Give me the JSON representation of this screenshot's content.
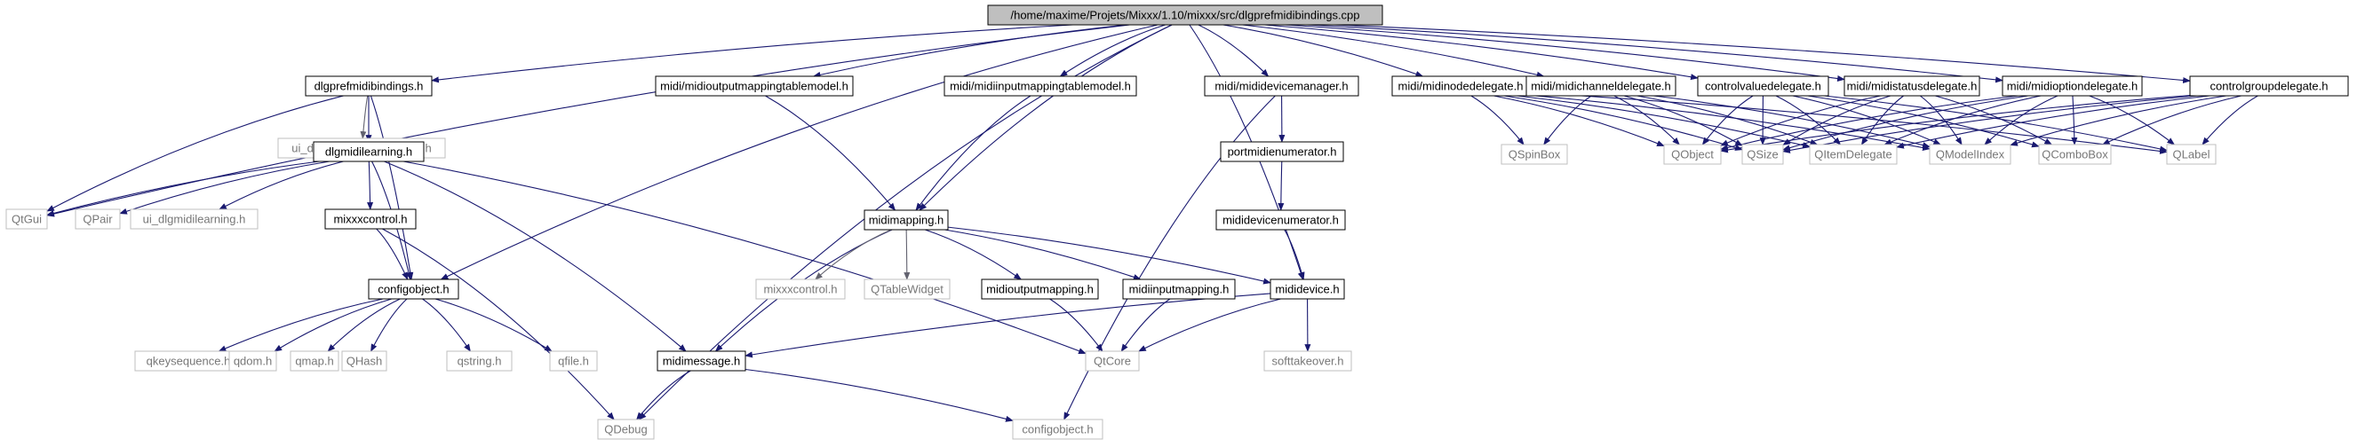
{
  "colors": {
    "root_fill": "#bfbfbf",
    "node_fill": "#ffffff",
    "node_stroke": "#000000",
    "external_stroke": "#bfbfbf",
    "external_text": "#777777",
    "text": "#000000",
    "edge": "#191970",
    "edge_gray": "#62626f"
  },
  "nodes": [
    {
      "id": "root",
      "label": "/home/maxime/Projets/Mixxx/1.10/mixxx/src/dlgprefmidibindings.cpp",
      "kind": "root"
    },
    {
      "id": "dlgprefmidibindings_h",
      "label": "dlgprefmidibindings.h",
      "kind": "doc"
    },
    {
      "id": "ui_dlgprefmidibindingsdlg_h",
      "label": "ui_dlgprefmidibindingsdlg.h",
      "kind": "ext"
    },
    {
      "id": "dlgmidilearning_h",
      "label": "dlgmidilearning.h",
      "kind": "doc"
    },
    {
      "id": "QtGui",
      "label": "QtGui",
      "kind": "ext"
    },
    {
      "id": "QPair",
      "label": "QPair",
      "kind": "ext"
    },
    {
      "id": "ui_dlgmidilearning_h",
      "label": "ui_dlgmidilearning.h",
      "kind": "ext"
    },
    {
      "id": "mixxxcontrol_h",
      "label": "mixxxcontrol.h",
      "kind": "doc"
    },
    {
      "id": "configobject_h",
      "label": "configobject.h",
      "kind": "doc"
    },
    {
      "id": "qkeysequence_h",
      "label": "qkeysequence.h",
      "kind": "ext"
    },
    {
      "id": "qdom_h",
      "label": "qdom.h",
      "kind": "ext"
    },
    {
      "id": "qmap_h",
      "label": "qmap.h",
      "kind": "ext"
    },
    {
      "id": "QHash",
      "label": "QHash",
      "kind": "ext"
    },
    {
      "id": "qstring_h",
      "label": "qstring.h",
      "kind": "ext"
    },
    {
      "id": "qfile_h",
      "label": "qfile.h",
      "kind": "ext"
    },
    {
      "id": "QDebug",
      "label": "QDebug",
      "kind": "ext"
    },
    {
      "id": "midioutputmappingtablemodel_h",
      "label": "midi/midioutputmappingtablemodel.h",
      "kind": "doc"
    },
    {
      "id": "midiinputmappingtablemodel_h",
      "label": "midi/midiinputmappingtablemodel.h",
      "kind": "doc"
    },
    {
      "id": "midimapping_h",
      "label": "midimapping.h",
      "kind": "doc"
    },
    {
      "id": "mixxxcontrol_h_2",
      "label": "mixxxcontrol.h",
      "kind": "ext"
    },
    {
      "id": "QTableWidget",
      "label": "QTableWidget",
      "kind": "ext"
    },
    {
      "id": "midioutputmapping_h",
      "label": "midioutputmapping.h",
      "kind": "doc"
    },
    {
      "id": "midiinputmapping_h",
      "label": "midiinputmapping.h",
      "kind": "doc"
    },
    {
      "id": "midimessage_h",
      "label": "midimessage.h",
      "kind": "doc"
    },
    {
      "id": "QtCore",
      "label": "QtCore",
      "kind": "ext"
    },
    {
      "id": "configobject_h_2",
      "label": "configobject.h",
      "kind": "ext"
    },
    {
      "id": "mididevicemanager_h",
      "label": "midi/mididevicemanager.h",
      "kind": "doc"
    },
    {
      "id": "portmidienumerator_h",
      "label": "portmidienumerator.h",
      "kind": "doc"
    },
    {
      "id": "mididevicenumerator_h",
      "label": "mididevicenumerator.h",
      "kind": "doc"
    },
    {
      "id": "mididevice_h",
      "label": "mididevice.h",
      "kind": "doc"
    },
    {
      "id": "softtakeover_h",
      "label": "softtakeover.h",
      "kind": "ext"
    },
    {
      "id": "midinodedelegate_h",
      "label": "midi/midinodedelegate.h",
      "kind": "doc"
    },
    {
      "id": "midichanneldelegate_h",
      "label": "midi/midichanneldelegate.h",
      "kind": "doc"
    },
    {
      "id": "controlvaluedelegate_h",
      "label": "controlvaluedelegate.h",
      "kind": "doc"
    },
    {
      "id": "midistatusdelegate_h",
      "label": "midi/midistatusdelegate.h",
      "kind": "doc"
    },
    {
      "id": "midioptiondelegate_h",
      "label": "midi/midioptiondelegate.h",
      "kind": "doc"
    },
    {
      "id": "controlgroupdelegate_h",
      "label": "controlgroupdelegate.h",
      "kind": "doc"
    },
    {
      "id": "QSpinBox",
      "label": "QSpinBox",
      "kind": "ext"
    },
    {
      "id": "QObject",
      "label": "QObject",
      "kind": "ext"
    },
    {
      "id": "QSize",
      "label": "QSize",
      "kind": "ext"
    },
    {
      "id": "QItemDelegate",
      "label": "QItemDelegate",
      "kind": "ext"
    },
    {
      "id": "QModelIndex",
      "label": "QModelIndex",
      "kind": "ext"
    },
    {
      "id": "QComboBox",
      "label": "QComboBox",
      "kind": "ext"
    },
    {
      "id": "QLabel",
      "label": "QLabel",
      "kind": "ext"
    }
  ],
  "edges": [
    [
      "root",
      "dlgprefmidibindings_h"
    ],
    [
      "root",
      "QtGui"
    ],
    [
      "root",
      "QDebug"
    ],
    [
      "root",
      "configobject_h"
    ],
    [
      "root",
      "midioutputmappingtablemodel_h"
    ],
    [
      "root",
      "midiinputmappingtablemodel_h"
    ],
    [
      "root",
      "midimapping_h"
    ],
    [
      "root",
      "mididevicemanager_h"
    ],
    [
      "root",
      "mididevice_h"
    ],
    [
      "root",
      "midinodedelegate_h"
    ],
    [
      "root",
      "midichanneldelegate_h"
    ],
    [
      "root",
      "controlvaluedelegate_h"
    ],
    [
      "root",
      "midistatusdelegate_h"
    ],
    [
      "root",
      "midioptiondelegate_h"
    ],
    [
      "root",
      "controlgroupdelegate_h"
    ],
    [
      "dlgprefmidibindings_h",
      "ui_dlgprefmidibindingsdlg_h"
    ],
    [
      "dlgprefmidibindings_h",
      "dlgmidilearning_h"
    ],
    [
      "dlgprefmidibindings_h",
      "QtGui"
    ],
    [
      "dlgprefmidibindings_h",
      "configobject_h"
    ],
    [
      "dlgmidilearning_h",
      "QtGui"
    ],
    [
      "dlgmidilearning_h",
      "QPair"
    ],
    [
      "dlgmidilearning_h",
      "ui_dlgmidilearning_h"
    ],
    [
      "dlgmidilearning_h",
      "mixxxcontrol_h"
    ],
    [
      "dlgmidilearning_h",
      "configobject_h"
    ],
    [
      "dlgmidilearning_h",
      "midimessage_h"
    ],
    [
      "dlgmidilearning_h",
      "QtCore"
    ],
    [
      "mixxxcontrol_h",
      "configobject_h"
    ],
    [
      "mixxxcontrol_h",
      "QDebug"
    ],
    [
      "configobject_h",
      "qkeysequence_h"
    ],
    [
      "configobject_h",
      "qdom_h"
    ],
    [
      "configobject_h",
      "qmap_h"
    ],
    [
      "configobject_h",
      "QHash"
    ],
    [
      "configobject_h",
      "qstring_h"
    ],
    [
      "configobject_h",
      "qfile_h"
    ],
    [
      "midioutputmappingtablemodel_h",
      "midimapping_h"
    ],
    [
      "midiinputmappingtablemodel_h",
      "midimapping_h"
    ],
    [
      "midimapping_h",
      "midimessage_h"
    ],
    [
      "midimapping_h",
      "mixxxcontrol_h_2"
    ],
    [
      "midimapping_h",
      "QTableWidget"
    ],
    [
      "midimapping_h",
      "midioutputmapping_h"
    ],
    [
      "midimapping_h",
      "midiinputmapping_h"
    ],
    [
      "midimapping_h",
      "mididevice_h"
    ],
    [
      "midioutputmapping_h",
      "QtCore"
    ],
    [
      "midiinputmapping_h",
      "QtCore"
    ],
    [
      "midimessage_h",
      "QDebug"
    ],
    [
      "midimessage_h",
      "configobject_h_2"
    ],
    [
      "mididevicemanager_h",
      "portmidienumerator_h"
    ],
    [
      "mididevicemanager_h",
      "configobject_h_2"
    ],
    [
      "portmidienumerator_h",
      "mididevicenumerator_h"
    ],
    [
      "mididevicenumerator_h",
      "mididevice_h"
    ],
    [
      "mididevice_h",
      "midimessage_h"
    ],
    [
      "mididevice_h",
      "QtCore"
    ],
    [
      "mididevice_h",
      "softtakeover_h"
    ],
    [
      "midinodedelegate_h",
      "QSpinBox"
    ],
    [
      "midinodedelegate_h",
      "QObject"
    ],
    [
      "midinodedelegate_h",
      "QSize"
    ],
    [
      "midinodedelegate_h",
      "QItemDelegate"
    ],
    [
      "midinodedelegate_h",
      "QModelIndex"
    ],
    [
      "midinodedelegate_h",
      "QLabel"
    ],
    [
      "midichanneldelegate_h",
      "QSpinBox"
    ],
    [
      "midichanneldelegate_h",
      "QObject"
    ],
    [
      "midichanneldelegate_h",
      "QSize"
    ],
    [
      "midichanneldelegate_h",
      "QItemDelegate"
    ],
    [
      "midichanneldelegate_h",
      "QModelIndex"
    ],
    [
      "controlvaluedelegate_h",
      "QObject"
    ],
    [
      "controlvaluedelegate_h",
      "QSize"
    ],
    [
      "controlvaluedelegate_h",
      "QItemDelegate"
    ],
    [
      "controlvaluedelegate_h",
      "QModelIndex"
    ],
    [
      "controlvaluedelegate_h",
      "QComboBox"
    ],
    [
      "controlvaluedelegate_h",
      "QLabel"
    ],
    [
      "midistatusdelegate_h",
      "QObject"
    ],
    [
      "midistatusdelegate_h",
      "QSize"
    ],
    [
      "midistatusdelegate_h",
      "QItemDelegate"
    ],
    [
      "midistatusdelegate_h",
      "QModelIndex"
    ],
    [
      "midistatusdelegate_h",
      "QComboBox"
    ],
    [
      "midioptiondelegate_h",
      "QObject"
    ],
    [
      "midioptiondelegate_h",
      "QSize"
    ],
    [
      "midioptiondelegate_h",
      "QItemDelegate"
    ],
    [
      "midioptiondelegate_h",
      "QModelIndex"
    ],
    [
      "midioptiondelegate_h",
      "QComboBox"
    ],
    [
      "midioptiondelegate_h",
      "QLabel"
    ],
    [
      "controlgroupdelegate_h",
      "QObject"
    ],
    [
      "controlgroupdelegate_h",
      "QSize"
    ],
    [
      "controlgroupdelegate_h",
      "QItemDelegate"
    ],
    [
      "controlgroupdelegate_h",
      "QModelIndex"
    ],
    [
      "controlgroupdelegate_h",
      "QComboBox"
    ],
    [
      "controlgroupdelegate_h",
      "QLabel"
    ]
  ]
}
